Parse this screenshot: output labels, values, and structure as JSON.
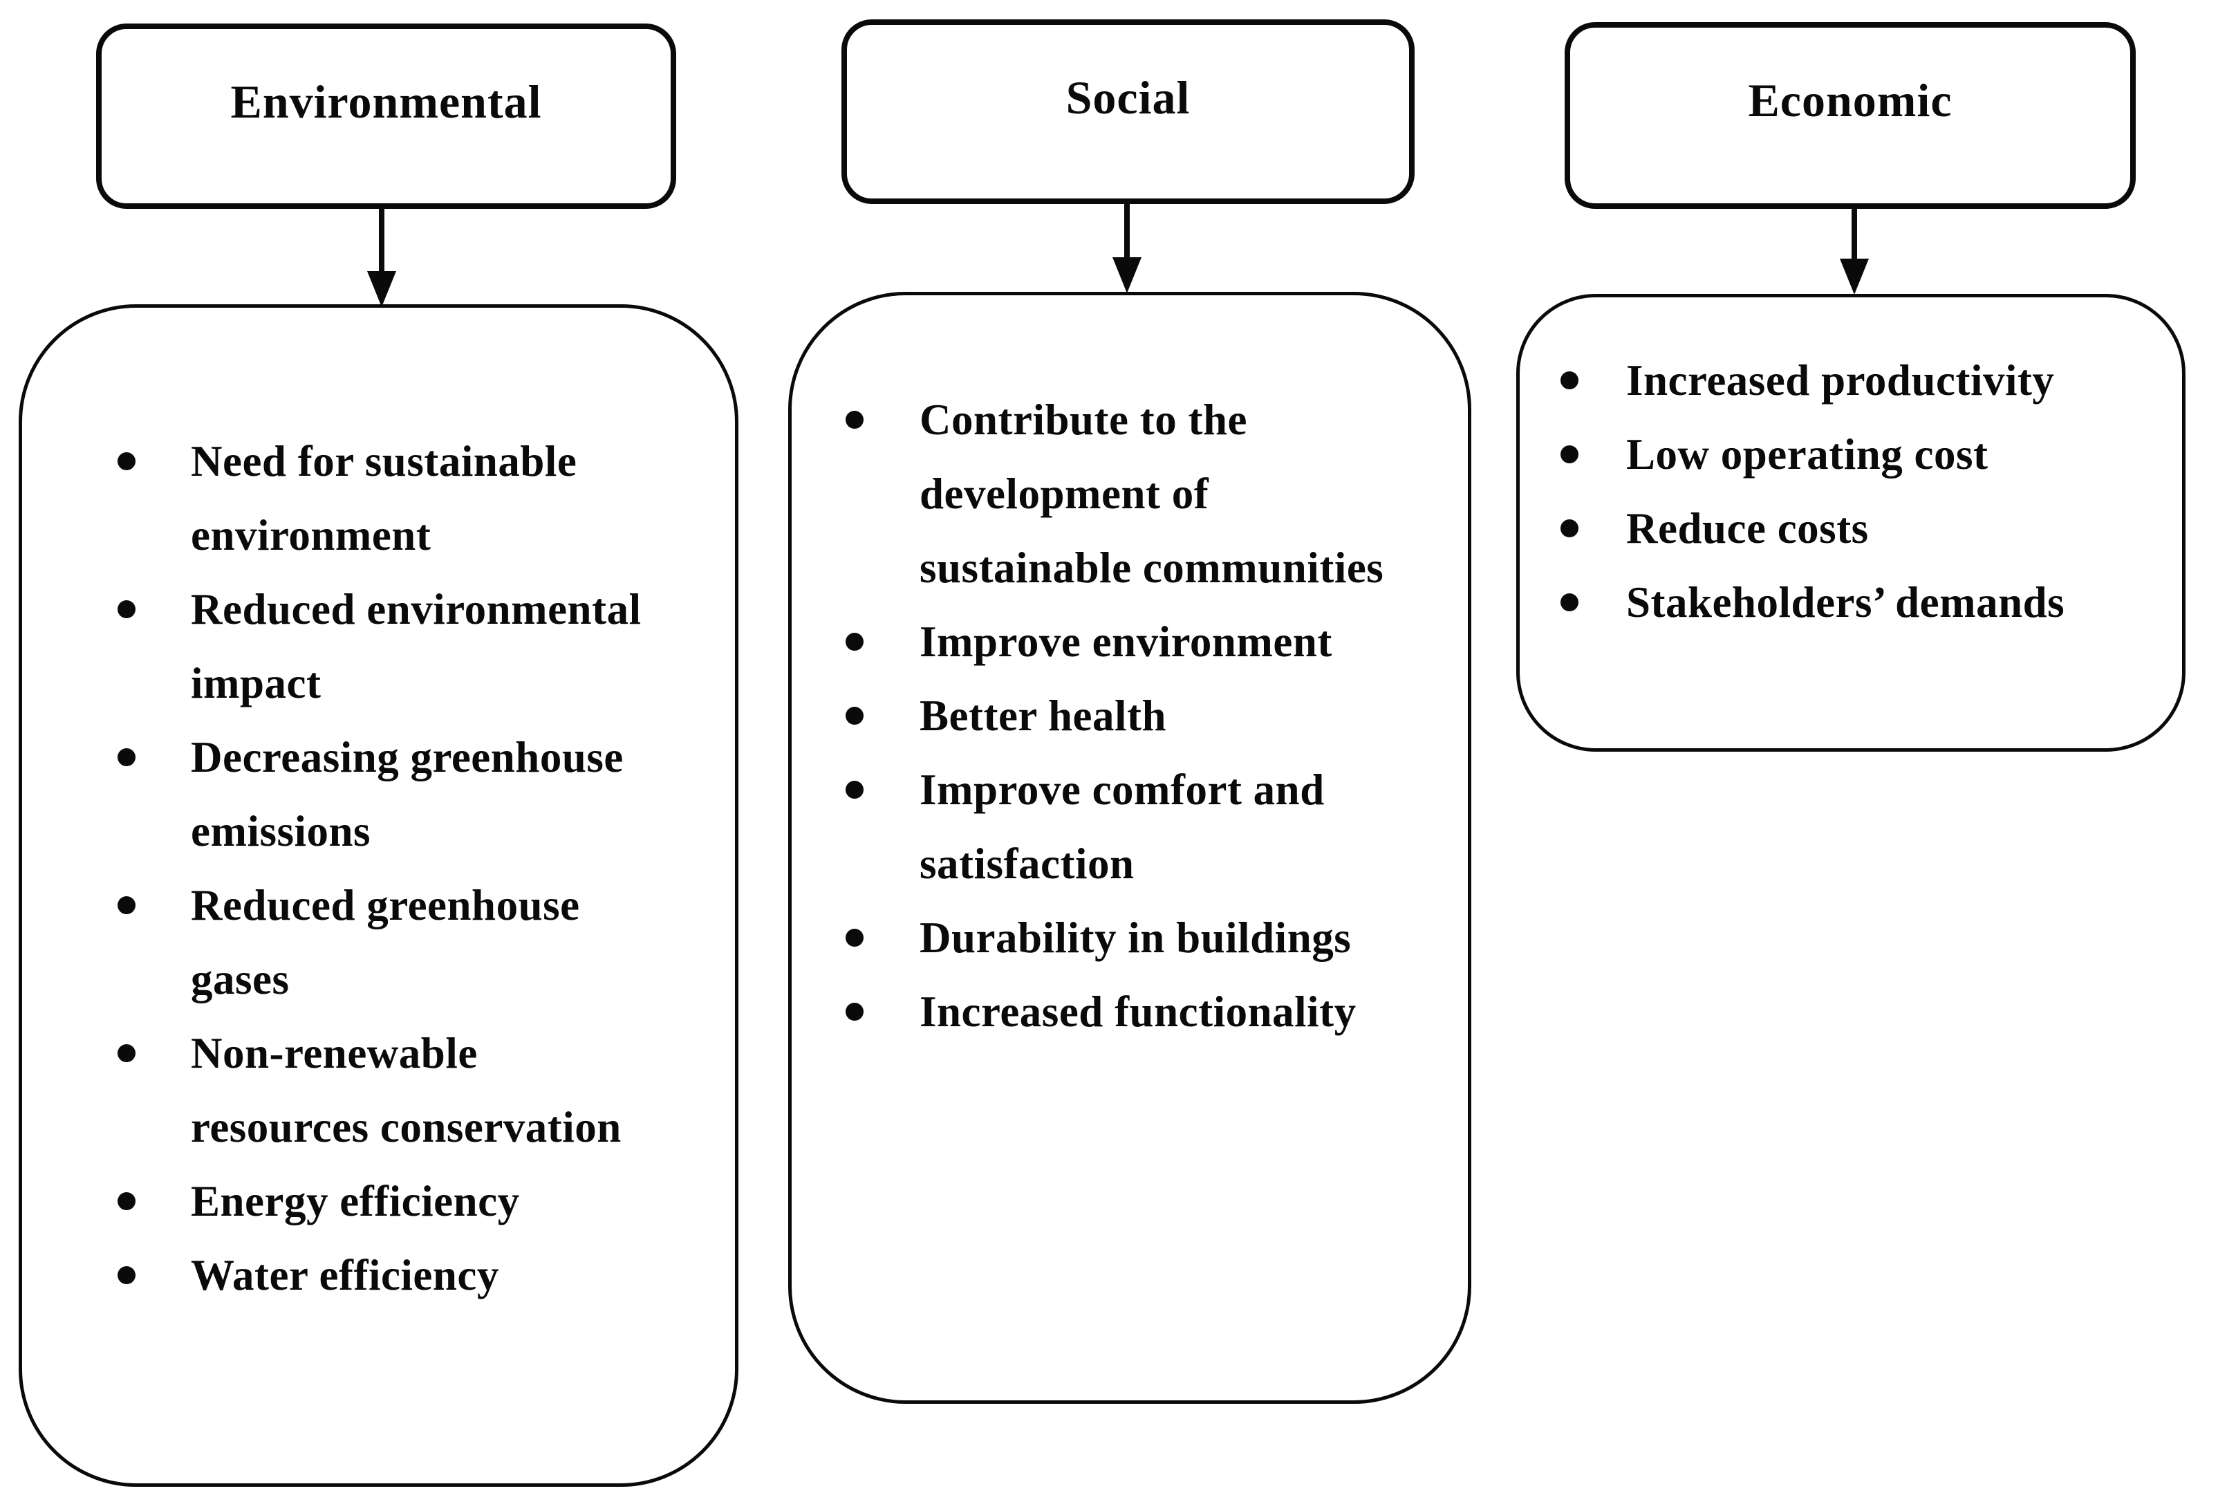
{
  "diagram": {
    "title_hint": "Benefits of sustainable construction grouped by pillar",
    "colors": {
      "line": "#0a0a0a",
      "background": "#ffffff",
      "text": "#0a0a0a"
    },
    "columns": [
      {
        "title": "Environmental",
        "items": [
          [
            "Need for sustainable",
            "environment"
          ],
          [
            "Reduced environmental",
            "impact"
          ],
          [
            "Decreasing greenhouse",
            "emissions"
          ],
          [
            "Reduced greenhouse",
            "gases"
          ],
          [
            "Non-renewable",
            "resources conservation"
          ],
          [
            "Energy efficiency"
          ],
          [
            "Water efficiency"
          ]
        ]
      },
      {
        "title": "Social",
        "items": [
          [
            "Contribute to the",
            "development of",
            "sustainable communities"
          ],
          [
            "Improve environment"
          ],
          [
            "Better health"
          ],
          [
            "Improve comfort and",
            "satisfaction"
          ],
          [
            "Durability in buildings"
          ],
          [
            "Increased functionality"
          ]
        ]
      },
      {
        "title": "Economic",
        "items": [
          [
            "Increased productivity"
          ],
          [
            "Low operating cost"
          ],
          [
            "Reduce costs"
          ],
          [
            "Stakeholders’ demands"
          ]
        ]
      }
    ]
  }
}
